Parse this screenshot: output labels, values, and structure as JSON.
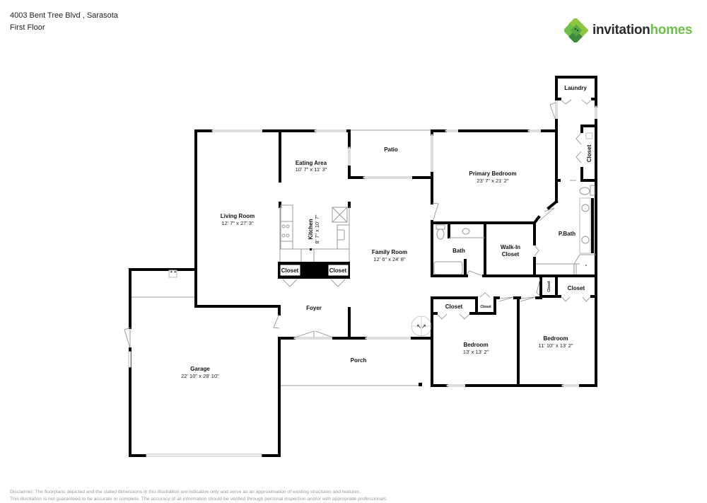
{
  "header": {
    "address": "4003 Bent Tree Blvd , Sarasota",
    "floor": "First Floor"
  },
  "logo": {
    "icon": "invitation-homes-logo-icon",
    "text_part1": "invitation",
    "text_part2": "homes",
    "colors": {
      "dark": "#2b2b2b",
      "green": "#6cc04a",
      "light_green": "#8dc63f",
      "deep_green": "#3d8b3d"
    }
  },
  "rooms": {
    "laundry": {
      "name": "Laundry"
    },
    "eating_area": {
      "name": "Eating Area",
      "dims": "10' 7\" x 11' 3\""
    },
    "patio": {
      "name": "Patio"
    },
    "primary_bedroom": {
      "name": "Primary Bedroom",
      "dims": "23' 7\" x 21' 2\""
    },
    "living_room": {
      "name": "Living Room",
      "dims": "12' 7\" x 27' 3\""
    },
    "kitchen": {
      "name": "Kitchen",
      "dims": "8' 7\" x 10' 7\""
    },
    "family_room": {
      "name": "Family Room",
      "dims": "12' 6\" x 24' 8\""
    },
    "bath": {
      "name": "Bath"
    },
    "walk_in_closet": {
      "name_line1": "Walk-In",
      "name_line2": "Closet"
    },
    "p_bath": {
      "name": "P.Bath"
    },
    "foyer": {
      "name": "Foyer"
    },
    "garage": {
      "name": "Garage",
      "dims": "22' 10\" x 28' 10\""
    },
    "porch": {
      "name": "Porch"
    },
    "bedroom_1": {
      "name": "Bedroom",
      "dims": "13' x 13' 2\""
    },
    "bedroom_2": {
      "name": "Bedroom",
      "dims": "11' 10\" x 13' 2\""
    }
  },
  "closets": {
    "kitchen_left": "Closet",
    "kitchen_right": "Closet",
    "laundry_side": "Closet",
    "hall_small": "Closet",
    "hall_right": "Closet",
    "bedroom1_closet": "Closet",
    "bedroom1_small": "Closet"
  },
  "disclaimer": {
    "line1": "Disclaimer: The floorplans depicted and the stated dimensions in this illustration are indicative only and serve as an approximation of existing structures and features.",
    "line2": "This illustration is not guaranteed to be accurate or complete. The accuracy of all information should be verified through personal inspection and/or with appropriate professionals."
  }
}
